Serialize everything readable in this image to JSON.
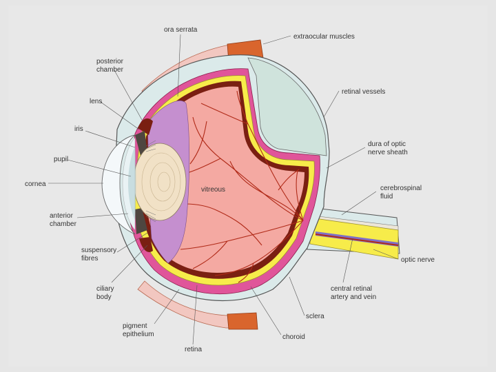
{
  "diagram": {
    "labels": {
      "ora_serrata": "ora serrata",
      "extraocular_muscles": "extraocular muscles",
      "posterior_chamber_1": "posterior",
      "posterior_chamber_2": "chamber",
      "lens": "lens",
      "retinal_vessels": "retinal vessels",
      "iris": "iris",
      "dura_1": "dura of optic",
      "dura_2": "nerve sheath",
      "pupil": "pupil",
      "cornea": "cornea",
      "vitreous": "vitreous",
      "csf_1": "cerebrospinal",
      "csf_2": "fluid",
      "anterior_chamber_1": "anterior",
      "anterior_chamber_2": "chamber",
      "optic_nerve": "optic nerve",
      "suspensory_1": "suspensory",
      "suspensory_2": "fibres",
      "ciliary_1": "ciliary",
      "ciliary_2": "body",
      "central_1": "central retinal",
      "central_2": "artery and vein",
      "sclera": "sclera",
      "pigment_1": "pigment",
      "pigment_2": "epithelium",
      "choroid": "choroid",
      "retina": "retina"
    },
    "colors": {
      "background": "#e6e6e6",
      "sclera": "#dbeaea",
      "vitreous": "#f4a9a2",
      "retina_yellow": "#f7ec4a",
      "choroid_pink": "#e0559a",
      "pigment": "#7a1f12",
      "lens": "#f1e1c6",
      "iris_dark": "#4e4640",
      "ciliary_purple": "#c58fcf",
      "vessels": "#b02a18",
      "muscle": "#d9652d",
      "detached_region": "#cfe3dc",
      "cornea": "#f4f8fa"
    }
  }
}
